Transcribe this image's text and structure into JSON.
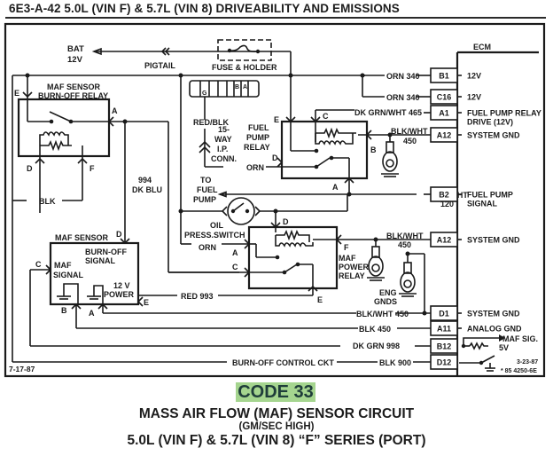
{
  "header": {
    "title": "6E3-A-42  5.0L (VIN F)  &  5.7L (VIN 8)  DRIVEABILITY AND EMISSIONS"
  },
  "diagram": {
    "power": {
      "bat_label_1": "BAT",
      "bat_label_2": "12V",
      "pigtail": "PIGTAIL",
      "fuse": "FUSE & HOLDER"
    },
    "maf_burnoff_relay": {
      "title_1": "MAF SENSOR",
      "title_2": "BURN-OFF RELAY",
      "pins": {
        "E": "E",
        "A": "A",
        "D": "D",
        "F": "F"
      }
    },
    "ip_conn": {
      "wire": "RED/BLK",
      "label_1": "15-",
      "label_2": "WAY",
      "label_3": "I.P.",
      "label_4": "CONN.",
      "pins": [
        "G",
        "B",
        "A"
      ]
    },
    "fuel_pump_relay": {
      "title_1": "FUEL",
      "title_2": "PUMP",
      "title_3": "RELAY",
      "pins": {
        "E": "E",
        "C": "C",
        "D": "D",
        "B": "B",
        "A": "A"
      },
      "orn_wire": "ORN"
    },
    "wires": {
      "dk_blu_1": "994",
      "dk_blu_2": "DK BLU",
      "blk": "BLK",
      "to_fuel_pump_1": "TO",
      "to_fuel_pump_2": "FUEL",
      "to_fuel_pump_3": "PUMP",
      "oil_switch_1": "OIL",
      "oil_switch_2": "PRESS.SWITCH",
      "orn": "ORN",
      "red_993": "RED 993",
      "burnoff_ckt": "BURN-OFF CONTROL CKT",
      "orn_340_a": "ORN  340",
      "orn_340_b": "ORN  340",
      "dk_grn_wht": "DK GRN/WHT 465",
      "blk_wht_1a": "BLK/WHT",
      "blk_wht_1b": "450",
      "tan_wht_a": "TAN/WHT",
      "tan_wht_b": "120",
      "blk_wht_2a": "BLK/WHT",
      "blk_wht_2b": "450",
      "blk_wht_450": "BLK/WHT 450",
      "blk_450": "BLK  450",
      "dk_grn_998": "DK GRN  998",
      "blk_900": "BLK  900",
      "eng_gnds_1": "ENG",
      "eng_gnds_2": "GNDS"
    },
    "maf_sensor": {
      "title": "MAF SENSOR",
      "burnoff_1": "BURN-OFF",
      "burnoff_2": "SIGNAL",
      "signal_1": "MAF",
      "signal_2": "SIGNAL",
      "power_1": "12 V",
      "power_2": "POWER",
      "pins": {
        "D": "D",
        "C": "C",
        "B": "B",
        "A": "A",
        "E": "E"
      }
    },
    "maf_power_relay": {
      "title_1": "MAF",
      "title_2": "POWER",
      "title_3": "RELAY",
      "pins": {
        "D": "D",
        "A": "A",
        "C": "C",
        "F": "F",
        "E": "E"
      }
    },
    "ecm": {
      "title": "ECM",
      "pins": [
        {
          "pin": "B1",
          "label": "12V"
        },
        {
          "pin": "C16",
          "label": "12V"
        },
        {
          "pin": "A1",
          "label": "FUEL PUMP RELAY",
          "label2": "DRIVE (12V)"
        },
        {
          "pin": "A12",
          "label": "SYSTEM GND"
        },
        {
          "pin": "B2",
          "label": "FUEL PUMP",
          "label2": "SIGNAL"
        },
        {
          "pin": "A12",
          "label": "SYSTEM GND"
        },
        {
          "pin": "D1",
          "label": "SYSTEM GND"
        },
        {
          "pin": "A11",
          "label": "ANALOG GND"
        },
        {
          "pin": "B12",
          "label": ""
        },
        {
          "pin": "D12",
          "label": ""
        }
      ],
      "maf_sig_1": "MAF SIG.",
      "maf_sig_2": "5V"
    },
    "date_left": "7-17-87",
    "date_right": "3-23-87",
    "ref": "* 85 4250-6E"
  },
  "code_badge": {
    "text": "CODE 33",
    "color": "#a5d58f"
  },
  "caption": {
    "line1": "MASS AIR FLOW (MAF) SENSOR CIRCUIT",
    "line2": "(GM/SEC HIGH)",
    "line3": "5.0L (VIN F)  &  5.7L (VIN 8)   “F”   SERIES  (PORT)"
  }
}
